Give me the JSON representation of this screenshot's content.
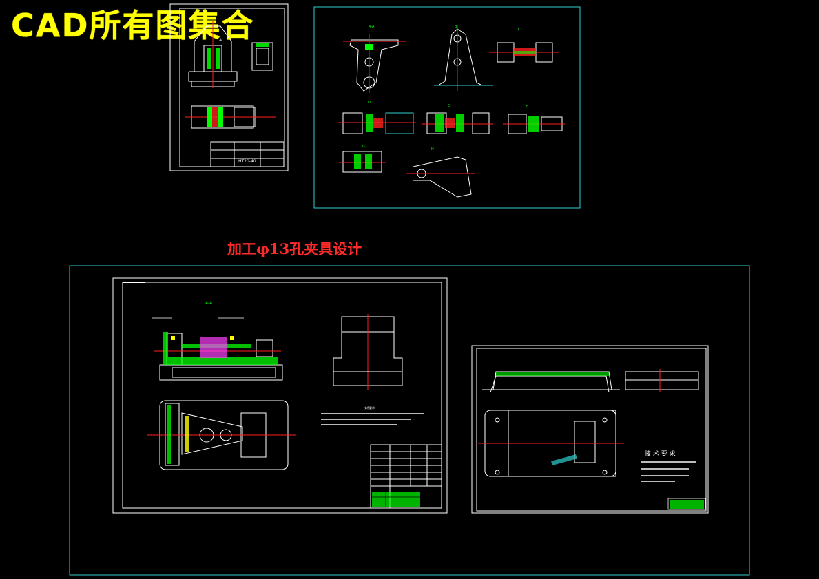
{
  "banner": {
    "text": "CAD所有图集合",
    "color": "#ffff00"
  },
  "subtitle": {
    "text": "加工φ13孔夹具设计",
    "color": "#ff2a2a"
  },
  "colors": {
    "frame_white": "#ffffff",
    "frame_cyan": "#2fd0d0",
    "line_green": "#00ff00",
    "line_red": "#ff2020",
    "line_yellow": "#ffff00",
    "line_magenta": "#ff40ff"
  },
  "drawings": {
    "part_drawing": {
      "title_code": "HT20-40"
    },
    "parts_sheet": {},
    "fixture_assembly": {},
    "fixture_body": {
      "notes_title": "技 术 要 求"
    }
  }
}
